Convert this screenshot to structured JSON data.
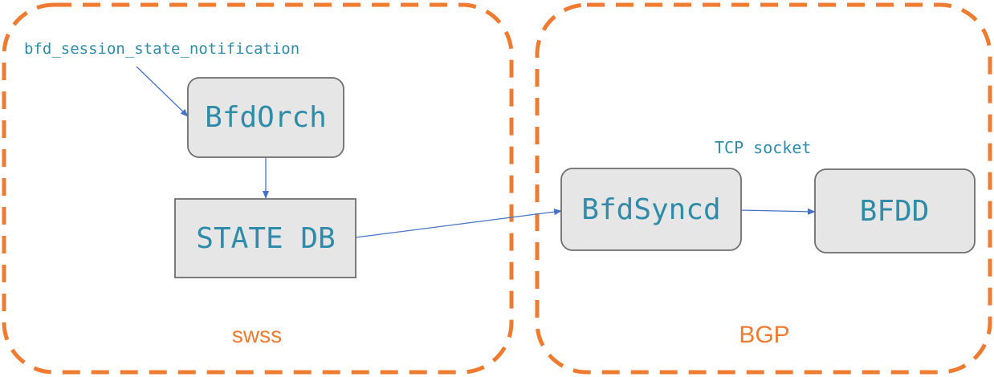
{
  "groups": {
    "swss": "swss",
    "bgp": "BGP"
  },
  "nodes": {
    "bfdorch": "BfdOrch",
    "state_db": "STATE DB",
    "bfdsyncd": "BfdSyncd",
    "bfdd": "BFDD"
  },
  "labels": {
    "notification": "bfd_session_state_notification",
    "tcp_socket": "TCP socket"
  },
  "colors": {
    "group_border": "#ee7b30",
    "node_fill": "#e6e6e6",
    "node_border": "#6e6e6e",
    "node_text": "#2e8ca8",
    "arrow": "#4472c4"
  }
}
